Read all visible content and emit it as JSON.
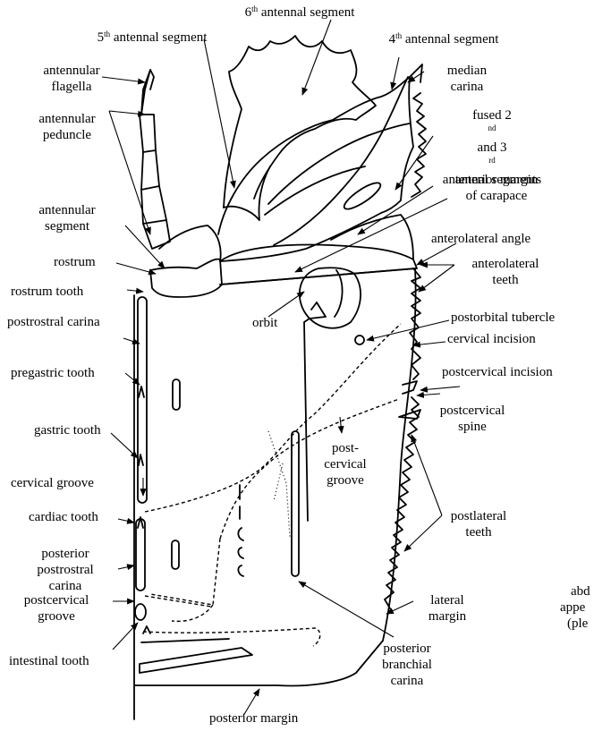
{
  "labels": {
    "seg6": {
      "main": "6",
      "sup": "th",
      "rest": " antennal segment"
    },
    "seg5": {
      "main": "5",
      "sup": "th",
      "rest": " antennal segment"
    },
    "seg4": {
      "main": "4",
      "sup": "th",
      "rest": " antennal segment"
    },
    "antennular_flagella": [
      "antennular",
      "flagella"
    ],
    "median_carina": [
      "median",
      "carina"
    ],
    "fused_segments": {
      "pre": "fused 2",
      "sup1": "nd",
      "mid": " and 3",
      "sup2": "rd",
      "line2": "antennal segments"
    },
    "antennular_peduncle": [
      "antennular",
      "peduncle"
    ],
    "anterior_margin": [
      "anterior margin",
      "of carapace"
    ],
    "antennular_segment": [
      "antennular",
      "segment"
    ],
    "anterolateral_angle": "anterolateral angle",
    "rostrum": "rostrum",
    "anterolateral_teeth": [
      "anterolateral",
      "teeth"
    ],
    "rostrum_tooth": "rostrum tooth",
    "postrostral_carina": "postrostral carina",
    "postorbital_tubercle": "postorbital tubercle",
    "orbit": "orbit",
    "cervical_incision": "cervical incision",
    "pregastric_tooth": "pregastric tooth",
    "postcervical_incision": "postcervical incision",
    "postcervical_spine": [
      "postcervical",
      "spine"
    ],
    "gastric_tooth": "gastric tooth",
    "post_cervical_groove": [
      "post-",
      "cervical",
      "groove"
    ],
    "cervical_groove": "cervical groove",
    "cardiac_tooth": "cardiac tooth",
    "postlateral_teeth": [
      "postlateral",
      "teeth"
    ],
    "posterior_postrostral_carina": [
      "posterior",
      "postrostral",
      "carina"
    ],
    "lateral_margin": [
      "lateral",
      "margin"
    ],
    "abdominal_appendage": [
      "abd",
      "appe",
      "(ple"
    ],
    "postcervical_groove": [
      "postcervical",
      "groove"
    ],
    "intestinal_tooth": "intestinal tooth",
    "posterior_branchial_carina": [
      "posterior",
      "branchial",
      "carina"
    ],
    "posterior_margin": "posterior margin"
  }
}
